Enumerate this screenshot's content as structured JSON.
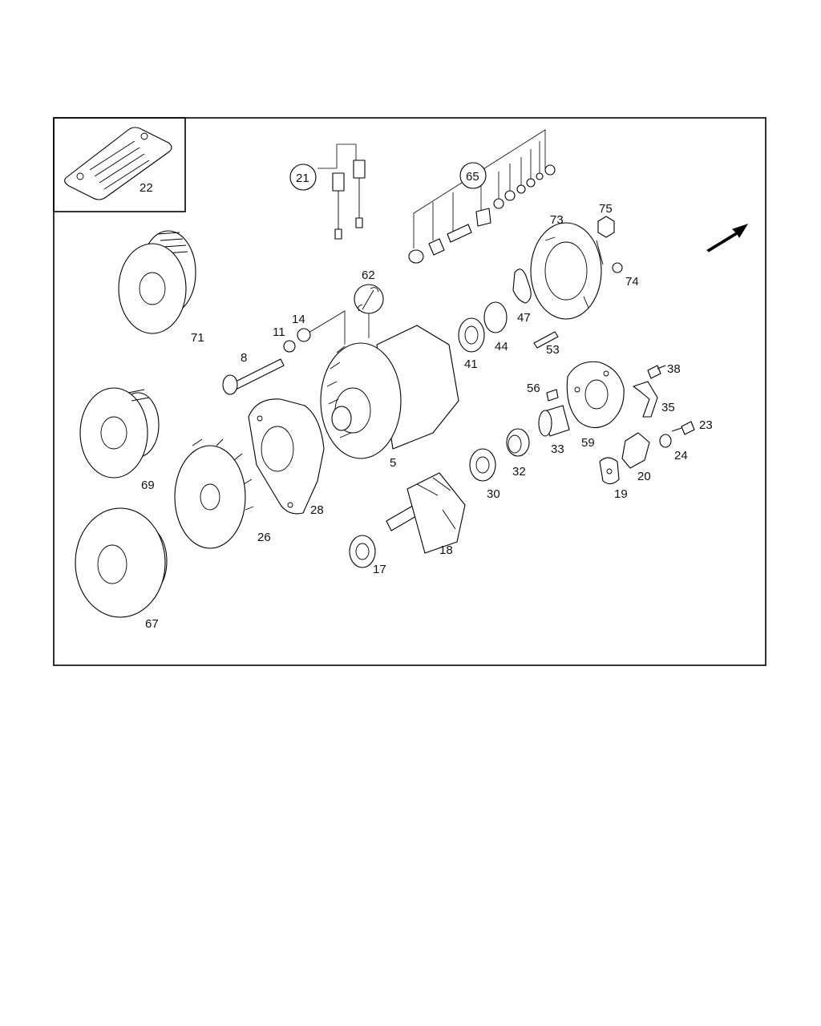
{
  "labels": {
    "p22": "22",
    "p21": "21",
    "p65": "65",
    "p75": "75",
    "p73": "73",
    "p74": "74",
    "p71": "71",
    "p62": "62",
    "p47": "47",
    "p14": "14",
    "p11": "11",
    "p44": "44",
    "p53": "53",
    "p8": "8",
    "p41": "41",
    "p38": "38",
    "p56": "56",
    "p35": "35",
    "p23": "23",
    "p69": "69",
    "p5": "5",
    "p33": "33",
    "p59": "59",
    "p24": "24",
    "p32": "32",
    "p20": "20",
    "p30": "30",
    "p19": "19",
    "p28": "28",
    "p26": "26",
    "p18": "18",
    "p17": "17",
    "p67": "67"
  },
  "icons": {
    "direction": "arrow-up-right-icon",
    "tool": "wrench-icon"
  }
}
